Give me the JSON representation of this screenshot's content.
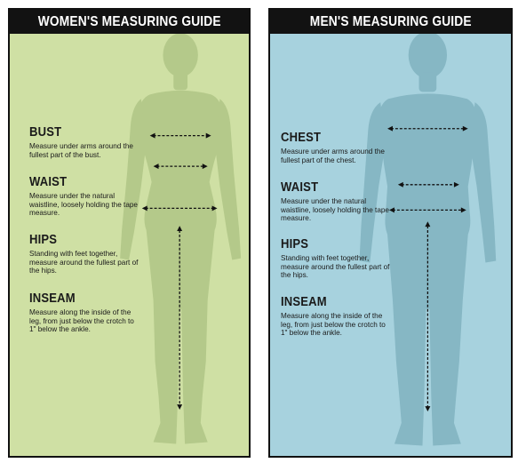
{
  "women": {
    "title": "WOMEN'S MEASURING GUIDE",
    "background": "#cfe0a4",
    "silhouette": "#b4c98a",
    "items": [
      {
        "heading": "BUST",
        "text": "Measure under arms around the fullest part of the bust."
      },
      {
        "heading": "WAIST",
        "text": "Measure under the natural waistline, loosely holding the tape measure."
      },
      {
        "heading": "HIPS",
        "text": "Standing with feet together, measure around the fullest part of the hips."
      },
      {
        "heading": "INSEAM",
        "text": "Measure along the inside of the leg, from just below the crotch to 1\" below the ankle."
      }
    ]
  },
  "men": {
    "title": "MEN'S MEASURING GUIDE",
    "background": "#a7d2de",
    "silhouette": "#86b7c4",
    "items": [
      {
        "heading": "CHEST",
        "text": "Measure under arms around the fullest part of the chest."
      },
      {
        "heading": "WAIST",
        "text": "Measure under the natural waistline, loosely holding the tape measure."
      },
      {
        "heading": "HIPS",
        "text": "Standing with feet together, measure around the fullest part of the hips."
      },
      {
        "heading": "INSEAM",
        "text": "Measure along the inside of the leg, from just below the crotch to 1\" below the ankle."
      }
    ]
  }
}
